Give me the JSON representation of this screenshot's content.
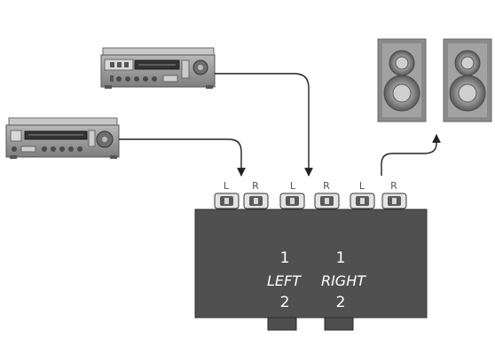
{
  "colors": {
    "panel": "#505050",
    "panel_edge": "#333333",
    "wire": "#222222",
    "device_body": "#9a9a9a",
    "speaker_face": "#9c9c9c"
  },
  "jack_labels": [
    "L",
    "R",
    "L",
    "R",
    "L",
    "R"
  ],
  "panel": {
    "left_top": "1",
    "left_word": "LEFT",
    "left_bottom": "2",
    "right_top": "1",
    "right_word": "RIGHT",
    "right_bottom": "2"
  },
  "icons": {
    "receivers": [
      "stereo-receiver-icon",
      "stereo-receiver-icon"
    ],
    "speakers": [
      "speaker-icon",
      "speaker-icon"
    ]
  }
}
